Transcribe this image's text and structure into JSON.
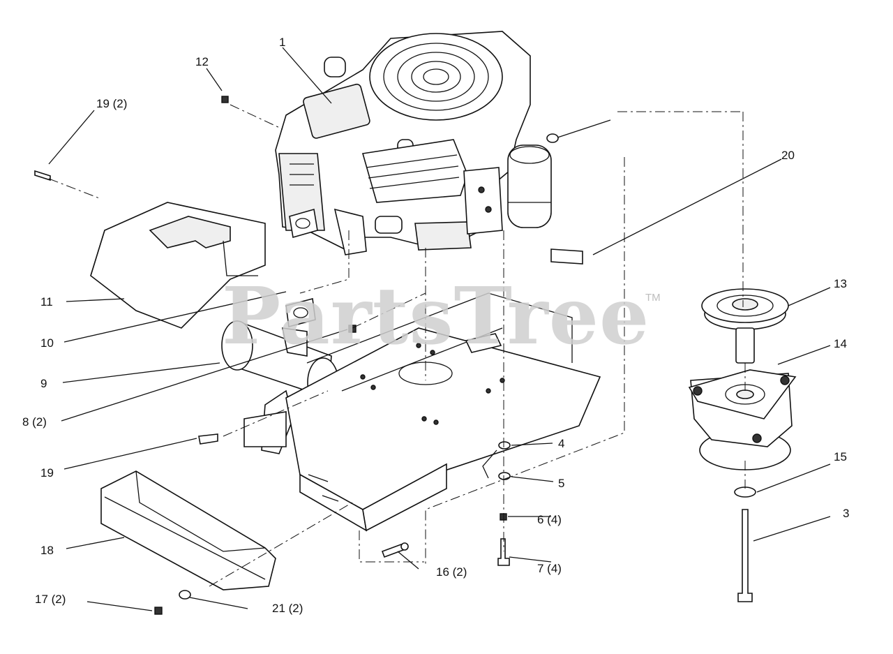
{
  "watermark": {
    "text": "PartsTree",
    "trademark": "TM"
  },
  "callouts": {
    "c1": "1",
    "c12": "12",
    "c19_2": "19 (2)",
    "c20": "20",
    "c11": "11",
    "c10": "10",
    "c9": "9",
    "c8_2": "8 (2)",
    "c19": "19",
    "c18": "18",
    "c17_2": "17 (2)",
    "c21_2": "21 (2)",
    "c16_2": "16 (2)",
    "c4": "4",
    "c5": "5",
    "c6_4": "6 (4)",
    "c7_4": "7 (4)",
    "c13": "13",
    "c14": "14",
    "c15": "15",
    "c3": "3"
  }
}
